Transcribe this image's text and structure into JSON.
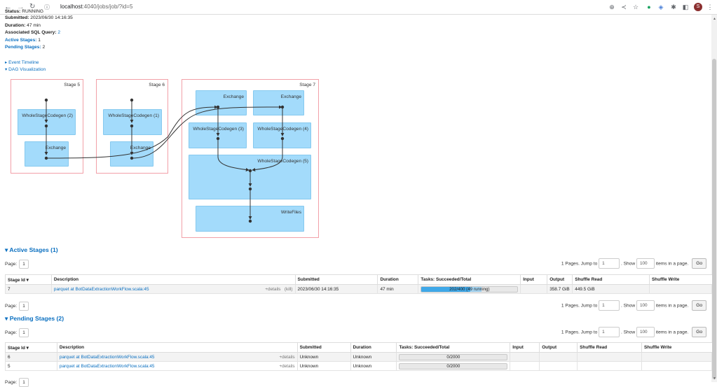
{
  "browser": {
    "url_host": "localhost",
    "url_path": ":4040/jobs/job/?id=5",
    "profile_initial": "S"
  },
  "summary": {
    "status_label": "Status:",
    "status_value": "RUNNING",
    "submitted_label": "Submitted:",
    "submitted_value": "2023/06/30 14:16:35",
    "duration_label": "Duration:",
    "duration_value": "47 min",
    "sql_label": "Associated SQL Query:",
    "sql_value": "2",
    "active_label": "Active Stages:",
    "active_value": "1",
    "pending_label": "Pending Stages:",
    "pending_value": "2"
  },
  "toggles": {
    "event_timeline": "Event Timeline",
    "dag": "DAG Visualization"
  },
  "dag": {
    "stage5": {
      "label": "Stage 5",
      "nodes": [
        "WholeStageCodegen (2)",
        "Exchange"
      ]
    },
    "stage6": {
      "label": "Stage 6",
      "nodes": [
        "WholeStageCodegen (1)",
        "Exchange"
      ]
    },
    "stage7": {
      "label": "Stage 7",
      "nodes": [
        "Exchange",
        "Exchange",
        "WholeStageCodegen (3)",
        "WholeStageCodegen (4)",
        "WholeStageCodegen (5)",
        "WriteFiles"
      ]
    }
  },
  "active": {
    "title": "Active Stages (1)",
    "page_label": "Page:",
    "page_num": "1",
    "pages_text": "1 Pages. Jump to",
    "jump_val": "1",
    "show_label": ". Show",
    "show_val": "100",
    "items_label": "items in a page.",
    "go": "Go",
    "headers": [
      "Stage Id ▾",
      "Description",
      "Submitted",
      "Duration",
      "Tasks: Succeeded/Total",
      "Input",
      "Output",
      "Shuffle Read",
      "Shuffle Write"
    ],
    "rows": [
      {
        "id": "7",
        "desc": "parquet at BotDataExtractionWorkFlow.scala:45",
        "details": "+details",
        "kill": "(kill)",
        "submitted": "2023/06/30 14:16:35",
        "duration": "47 min",
        "tasks": "202/400 (49 running)",
        "tasks_done_fraction": 0.505,
        "tasks_running_fraction": 0.1225,
        "input": "",
        "output": "358.7 GiB",
        "shuffle_read": "449.5 GiB",
        "shuffle_write": ""
      }
    ]
  },
  "pending": {
    "title": "Pending Stages (2)",
    "page_label": "Page:",
    "page_num": "1",
    "pages_text": "1 Pages. Jump to",
    "jump_val": "1",
    "show_label": ". Show",
    "show_val": "100",
    "items_label": "items in a page.",
    "go": "Go",
    "headers": [
      "Stage Id ▾",
      "Description",
      "Submitted",
      "Duration",
      "Tasks: Succeeded/Total",
      "Input",
      "Output",
      "Shuffle Read",
      "Shuffle Write"
    ],
    "rows": [
      {
        "id": "6",
        "desc": "parquet at BotDataExtractionWorkFlow.scala:45",
        "details": "+details",
        "submitted": "Unknown",
        "duration": "Unknown",
        "tasks": "0/2000"
      },
      {
        "id": "5",
        "desc": "parquet at BotDataExtractionWorkFlow.scala:45",
        "details": "+details",
        "submitted": "Unknown",
        "duration": "Unknown",
        "tasks": "0/2000"
      }
    ]
  },
  "bottom": {
    "page_label": "Page:",
    "page_num": "1"
  }
}
